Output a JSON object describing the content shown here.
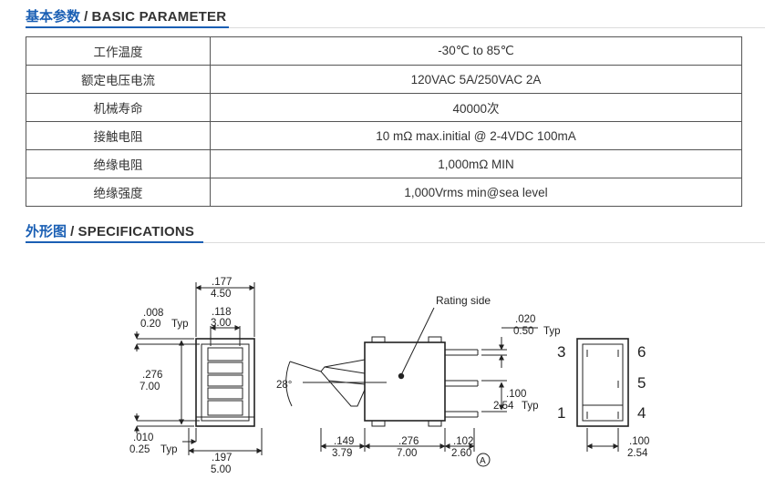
{
  "basic_parameter": {
    "title_cn": "基本参数",
    "separator": " / ",
    "title_en": "BASIC PARAMETER",
    "rows": [
      {
        "label": "工作温度",
        "value": "-30℃ to 85℃"
      },
      {
        "label": "额定电压电流",
        "value": "120VAC 5A/250VAC 2A"
      },
      {
        "label": "机械寿命",
        "value": "40000次"
      },
      {
        "label": "接触电阻",
        "value": "10 mΩ max.initial @ 2-4VDC 100mA"
      },
      {
        "label": "绝缘电阻",
        "value": "1,000mΩ MIN"
      },
      {
        "label": "绝缘强度",
        "value": "1,000Vrms min@sea level"
      }
    ]
  },
  "specifications": {
    "title_cn": "外形图",
    "separator": " / ",
    "title_en": "SPECIFICATIONS"
  },
  "drawing": {
    "dim_177": ".177",
    "dim_450": "4.50",
    "dim_118": ".118",
    "dim_300": "3.00",
    "dim_008": ".008",
    "dim_020_mm": "0.20",
    "typ_a": "Typ",
    "dim_276": ".276",
    "dim_700": "7.00",
    "dim_010": ".010",
    "dim_025_mm": "0.25",
    "typ_b": "Typ",
    "dim_197": ".197",
    "dim_500": "5.00",
    "angle": "28°",
    "rating_side": "Rating side",
    "dim_020": ".020",
    "dim_050_mm": "0.50",
    "typ_c": "Typ",
    "dim_100": ".100",
    "dim_254_mm": "2.54",
    "typ_d": "Typ",
    "dim_149": ".149",
    "dim_379": "3.79",
    "dim_276b": ".276",
    "dim_700b": "7.00",
    "dim_102": ".102",
    "dim_260": "2.60",
    "mark_a": "A",
    "pin3": "3",
    "pin6": "6",
    "pin5": "5",
    "pin1": "1",
    "pin4": "4",
    "dim_100b": ".100",
    "dim_254b": "2.54"
  }
}
